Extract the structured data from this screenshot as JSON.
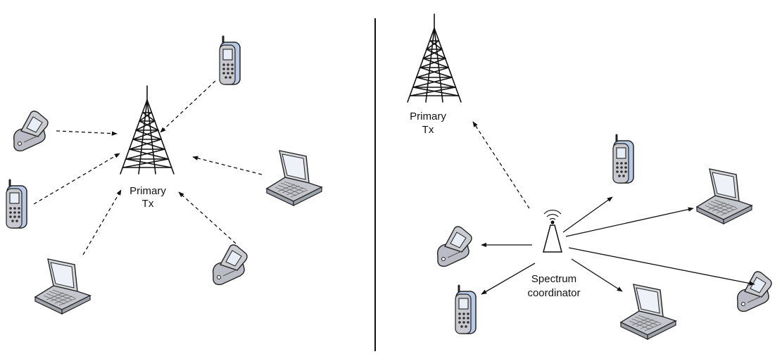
{
  "left_panel": {
    "tower_label_line1": "Primary",
    "tower_label_line2": "Tx"
  },
  "right_panel": {
    "tower_label_line1": "Primary",
    "tower_label_line2": "Tx",
    "coordinator_label_line1": "Spectrum",
    "coordinator_label_line2": "coordinator"
  },
  "colors": {
    "device_body": "#b9bcc4",
    "phone_accent": "#b8cbe6",
    "screen": "#e8eef7",
    "line": "#111111"
  }
}
